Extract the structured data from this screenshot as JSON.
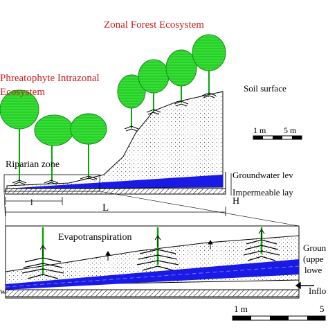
{
  "labels": {
    "zonal": "Zonal Forest Ecosystem",
    "phreatophyte_1": "Phreatophyte Intrazonal",
    "phreatophyte_2": "Ecosystem",
    "soil_surface": "Soil surface",
    "riparian_zone": "Riparian zone",
    "groundwater_level": "Groundwater lev",
    "impermeable_layer": "Impermeable lay",
    "evapotranspiration": "Evapotranspiration",
    "groundwater_1": "Groun",
    "groundwater_2": "(uppe",
    "groundwater_3": "lowe",
    "inflow": "Inflo",
    "dim_L": "L",
    "dim_l": "l",
    "dim_H": "H",
    "left_w": "w"
  },
  "scale_top": {
    "m1": "1 m",
    "m5": "5 m"
  },
  "scale_bottom": {
    "m1": "1 m",
    "m5": "5"
  },
  "colors": {
    "tree_green": "#2fd62f",
    "tree_stroke": "#1a8a1a",
    "groundwater_blue": "#1a1ae6",
    "title_red": "#cc1f1f",
    "soil_dots": "#555555"
  }
}
